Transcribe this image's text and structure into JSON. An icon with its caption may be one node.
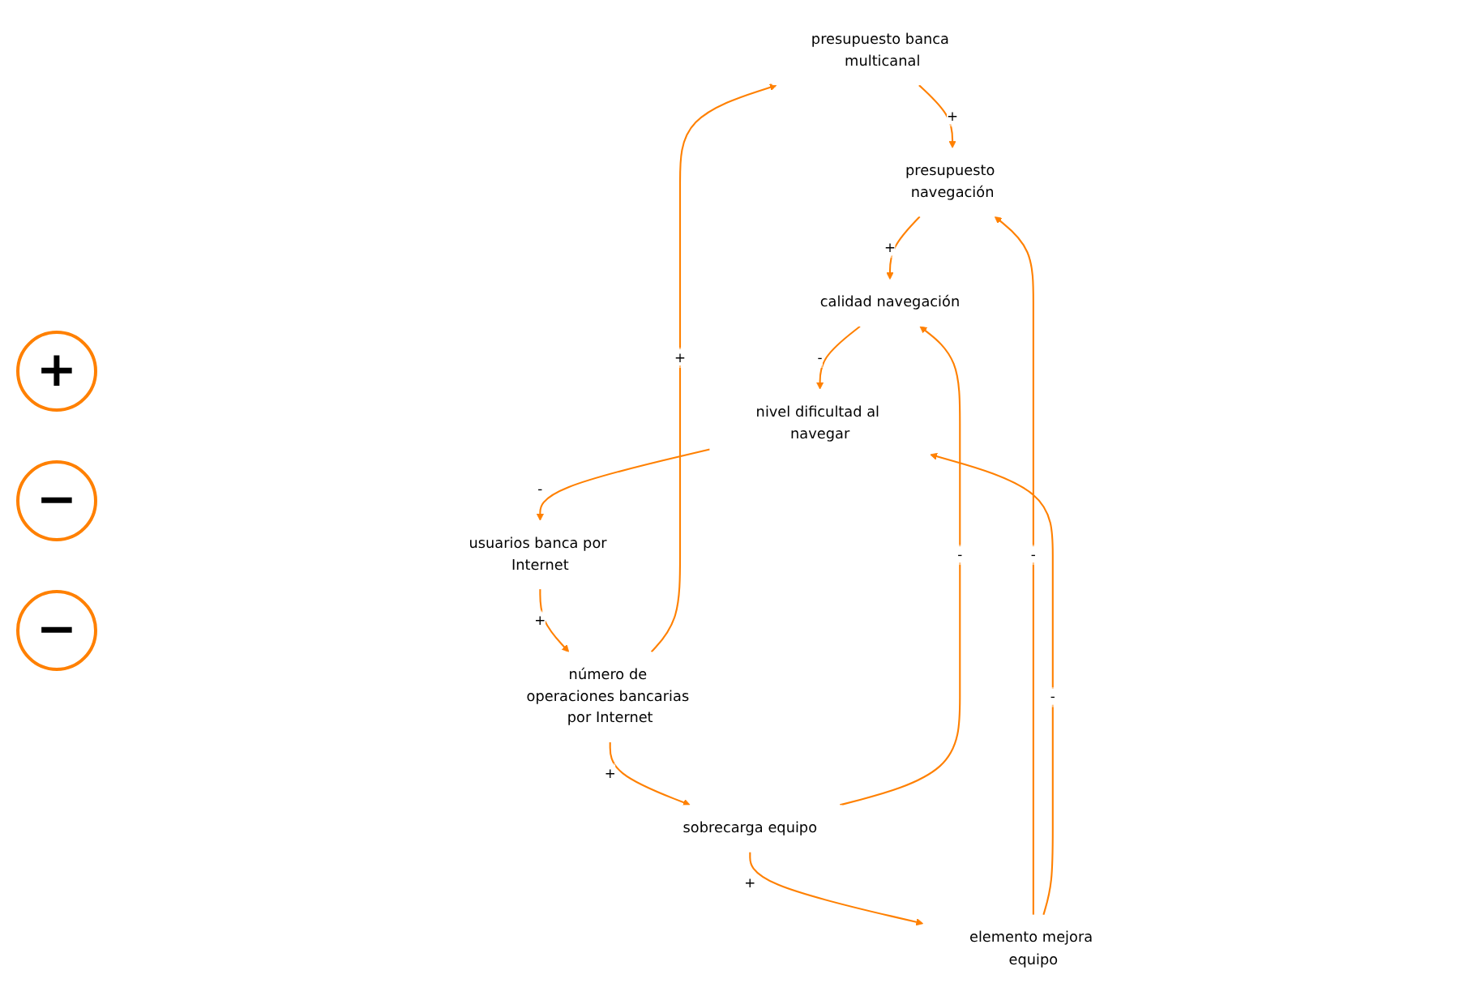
{
  "diagram": {
    "nodes": [
      {
        "text": [
          "presupuesto banca multicanal"
        ]
      },
      {
        "text": [
          "número de operaciones bancarias por Internet"
        ]
      },
      {
        "text": [
          "presupuesto navegación"
        ]
      },
      {
        "text": [
          "elemento mejora equipo"
        ]
      },
      {
        "text": [
          "sobrecarga equipo"
        ]
      },
      {
        "text": [
          "usuarios banca por Internet"
        ]
      },
      {
        "text": [
          "calidad navegación"
        ]
      },
      {
        "text": [
          "nivel dificultad al navegar"
        ]
      }
    ],
    "edges": [
      {
        "from": 1,
        "to": 0,
        "arrow": "to",
        "label": "+"
      },
      {
        "from": 0,
        "to": 2,
        "arrow": "to",
        "label": "+"
      },
      {
        "from": 3,
        "to": 2,
        "arrow": "to",
        "label": "-"
      },
      {
        "from": 1,
        "to": 4,
        "arrow": "to",
        "label": "+"
      },
      {
        "from": 4,
        "to": 3,
        "arrow": "to",
        "label": "+"
      },
      {
        "from": 2,
        "to": 6,
        "arrow": "to",
        "label": "+"
      },
      {
        "from": 4,
        "to": 6,
        "arrow": "to",
        "label": "-"
      },
      {
        "from": 3,
        "to": 7,
        "arrow": "to",
        "label": "-"
      },
      {
        "from": 6,
        "to": 7,
        "arrow": "to",
        "label": "-"
      },
      {
        "from": 7,
        "to": 5,
        "arrow": "to",
        "label": "-"
      },
      {
        "from": 5,
        "to": 1,
        "arrow": "to",
        "label": "+"
      }
    ],
    "labels": [
      "+",
      "−",
      "−"
    ]
  }
}
